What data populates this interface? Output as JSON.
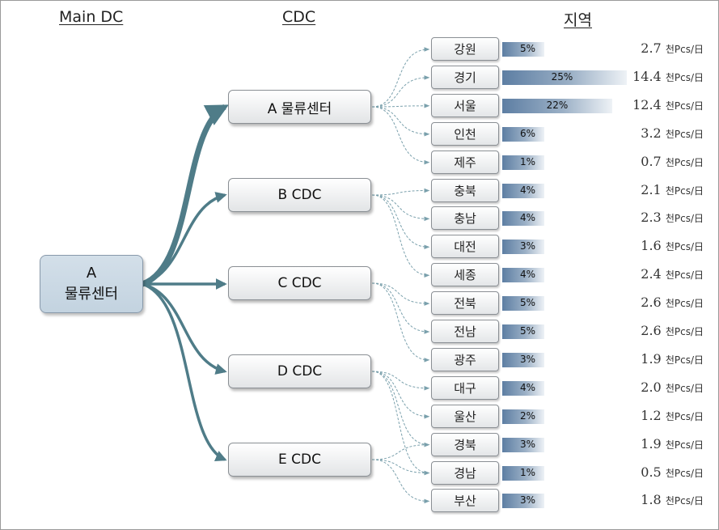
{
  "headers": {
    "main_dc": "Main DC",
    "cdc": "CDC",
    "region": "지역"
  },
  "main_dc": {
    "line1": "A",
    "line2": "물류센터"
  },
  "cdcs": [
    {
      "label": "A 물류센터"
    },
    {
      "label": "B CDC"
    },
    {
      "label": "C CDC"
    },
    {
      "label": "D CDC"
    },
    {
      "label": "E CDC"
    }
  ],
  "unit": "천Pcs/日",
  "regions": [
    {
      "name": "강원",
      "pct": "5%",
      "value": "2.7",
      "share": 5
    },
    {
      "name": "경기",
      "pct": "25%",
      "value": "14.4",
      "share": 25
    },
    {
      "name": "서울",
      "pct": "22%",
      "value": "12.4",
      "share": 22
    },
    {
      "name": "인천",
      "pct": "6%",
      "value": "3.2",
      "share": 6
    },
    {
      "name": "제주",
      "pct": "1%",
      "value": "0.7",
      "share": 1
    },
    {
      "name": "충북",
      "pct": "4%",
      "value": "2.1",
      "share": 4
    },
    {
      "name": "충남",
      "pct": "4%",
      "value": "2.3",
      "share": 4
    },
    {
      "name": "대전",
      "pct": "3%",
      "value": "1.6",
      "share": 3
    },
    {
      "name": "세종",
      "pct": "4%",
      "value": "2.4",
      "share": 4
    },
    {
      "name": "전북",
      "pct": "5%",
      "value": "2.6",
      "share": 5
    },
    {
      "name": "전남",
      "pct": "5%",
      "value": "2.6",
      "share": 5
    },
    {
      "name": "광주",
      "pct": "3%",
      "value": "1.9",
      "share": 3
    },
    {
      "name": "대구",
      "pct": "4%",
      "value": "2.0",
      "share": 4
    },
    {
      "name": "울산",
      "pct": "2%",
      "value": "1.2",
      "share": 2
    },
    {
      "name": "경북",
      "pct": "3%",
      "value": "1.9",
      "share": 3
    },
    {
      "name": "경남",
      "pct": "1%",
      "value": "0.5",
      "share": 1
    },
    {
      "name": "부산",
      "pct": "3%",
      "value": "1.8",
      "share": 3
    }
  ],
  "colors": {
    "arrow": "#4f7c88",
    "dashed": "#7aa0ac",
    "bar": "#5d7ea3"
  }
}
